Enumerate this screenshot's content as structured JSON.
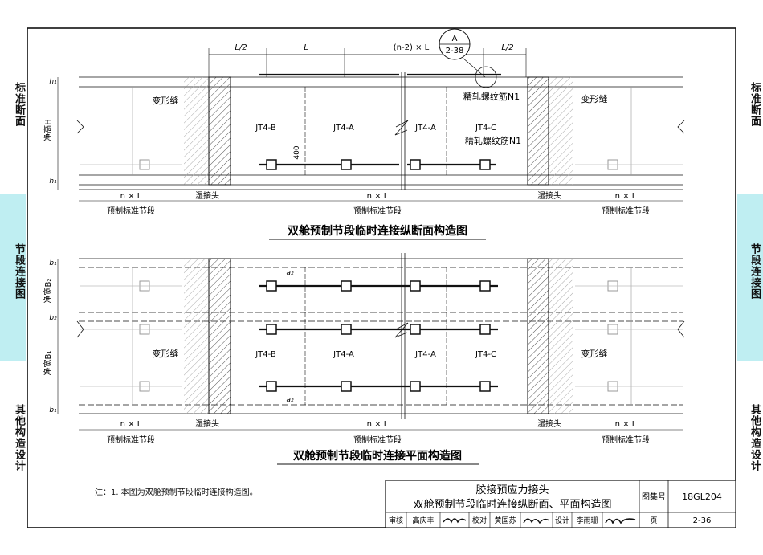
{
  "side_tabs": {
    "left": [
      "标准断面",
      "节段连接图",
      "其他构造设计"
    ],
    "right": [
      "标准断面",
      "节段连接图",
      "其他构造设计"
    ]
  },
  "colors": {
    "tab_highlight": "#bfeef2",
    "line": "#111111",
    "hatch": "#666666"
  },
  "section_view": {
    "title": "双舱预制节段临时连接纵断面构造图",
    "dim_half_left": "L/2",
    "dim_L": "L",
    "dim_mid": "(n-2) × L",
    "dim_half_right": "L/2",
    "callout_top": "A",
    "callout_bottom": "2-38",
    "segments": [
      "JT4-B",
      "JT4-A",
      "JT4-A",
      "JT4-C"
    ],
    "joint_label_left": "变形缝",
    "joint_label_right": "变形缝",
    "rebar_label_top": "精轧螺纹筋N1",
    "rebar_label_bottom": "精轧螺纹筋N1",
    "dim_400": "400",
    "height_label": "净高H",
    "h1_top": "h₁",
    "h1_bottom": "h₁",
    "bottom_dims": [
      "n × L",
      "湿接头",
      "n × L",
      "湿接头",
      "n × L"
    ],
    "bottom_labels": [
      "预制标准节段",
      "预制标准节段",
      "预制标准节段"
    ]
  },
  "plan_view": {
    "title": "双舱预制节段临时连接平面构造图",
    "segments": [
      "JT4-B",
      "JT4-A",
      "JT4-A",
      "JT4-C"
    ],
    "joint_label_left": "变形缝",
    "joint_label_right": "变形缝",
    "width_b2": "净宽B₂",
    "width_b1": "净宽B₁",
    "b1_top": "b₁",
    "b2_mid": "b₂",
    "b1_bottom": "b₁",
    "a2_top": "a₂",
    "a2_bottom": "a₂",
    "bottom_dims": [
      "n × L",
      "湿接头",
      "n × L",
      "湿接头",
      "n × L"
    ],
    "bottom_labels": [
      "预制标准节段",
      "预制标准节段",
      "预制标准节段"
    ]
  },
  "note": "注：1. 本图为双舱预制节段临时连接构造图。",
  "title_block": {
    "line1": "胶接预应力接头",
    "line2": "双舱预制节段临时连接纵断面、平面构造图",
    "atlas_label": "图集号",
    "atlas_no": "18GL204",
    "review_label": "审核",
    "reviewer": "高庆丰",
    "check_label": "校对",
    "checker": "黄国苏",
    "design_label": "设计",
    "designer": "李雨珊",
    "page_label": "页",
    "page_no": "2-36"
  }
}
